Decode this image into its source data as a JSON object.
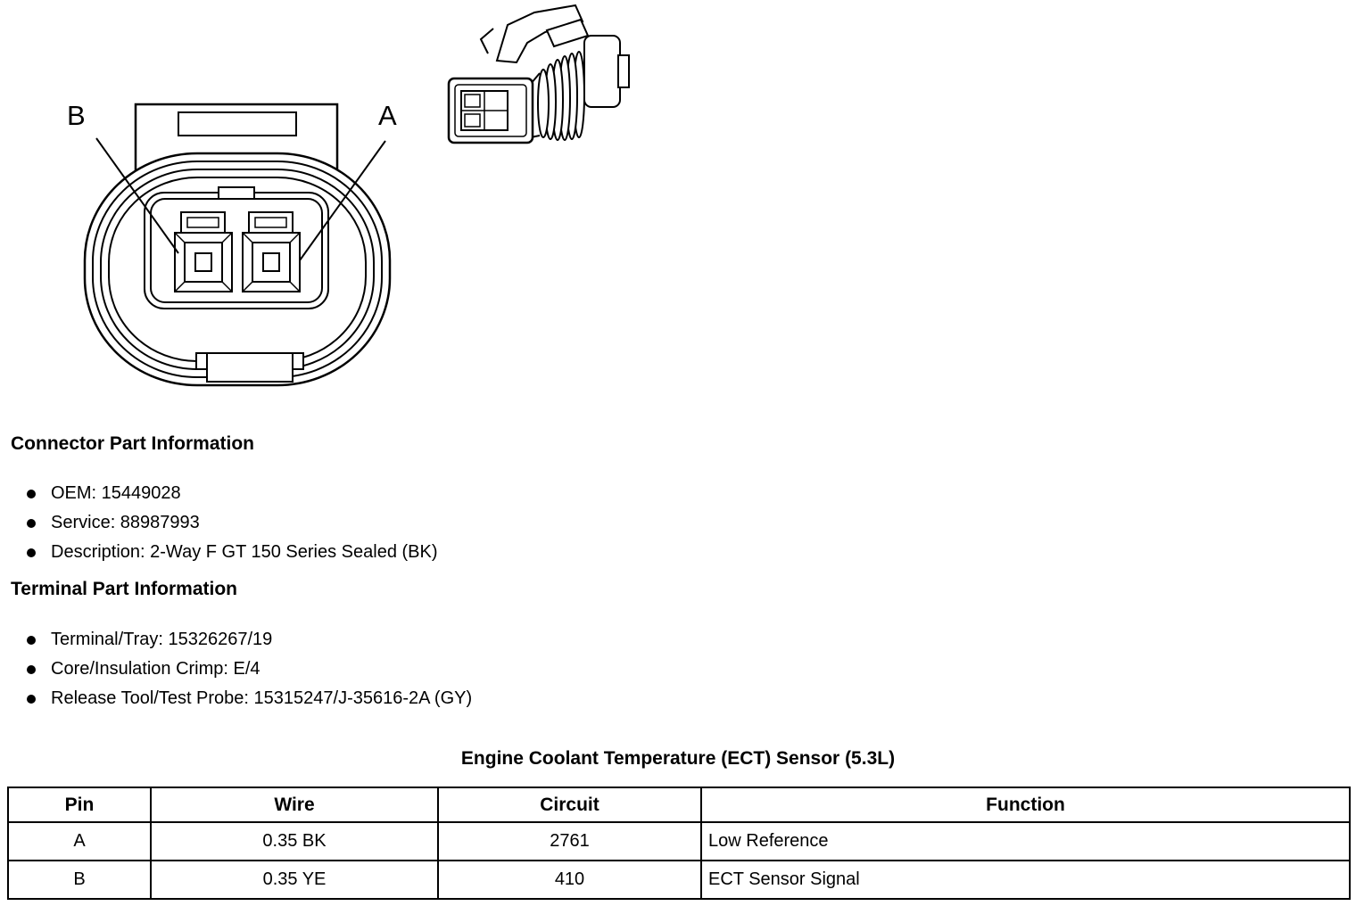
{
  "colors": {
    "ink": "#000000",
    "paper": "#ffffff"
  },
  "diagram": {
    "pin_label_b": "B",
    "pin_label_a": "A"
  },
  "connector_info": {
    "heading": "Connector Part Information",
    "items": [
      "OEM: 15449028",
      "Service: 88987993",
      "Description: 2-Way F GT 150 Series Sealed (BK)"
    ]
  },
  "terminal_info": {
    "heading": "Terminal Part Information",
    "items": [
      "Terminal/Tray: 15326267/19",
      "Core/Insulation Crimp: E/4",
      "Release Tool/Test Probe: 15315247/J-35616-2A (GY)"
    ]
  },
  "pinout_table": {
    "title": "Engine Coolant Temperature (ECT) Sensor (5.3L)",
    "headers": [
      "Pin",
      "Wire",
      "Circuit",
      "Function"
    ],
    "rows": [
      [
        "A",
        "0.35 BK",
        "2761",
        "Low Reference"
      ],
      [
        "B",
        "0.35 YE",
        "410",
        "ECT Sensor Signal"
      ]
    ]
  }
}
